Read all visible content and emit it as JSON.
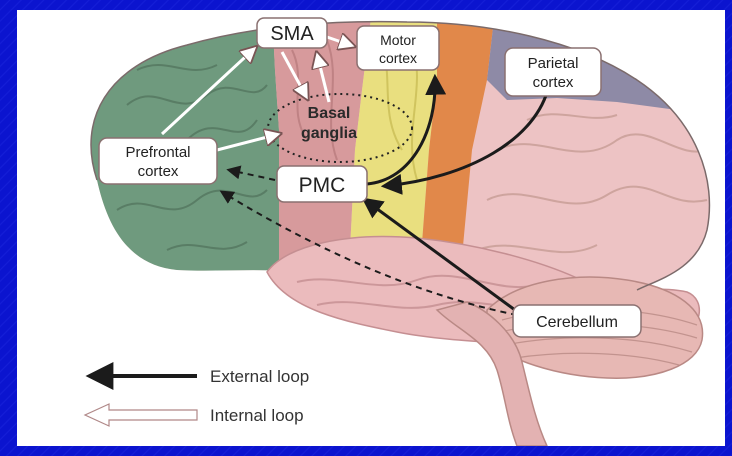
{
  "labels": {
    "sma": "SMA",
    "motor_cortex": [
      "Motor",
      "cortex"
    ],
    "parietal_cortex": [
      "Parietal",
      "cortex"
    ],
    "basal_ganglia": [
      "Basal",
      "ganglia"
    ],
    "prefrontal_cortex": [
      "Prefrontal",
      "cortex"
    ],
    "pmc": "PMC",
    "cerebellum": "Cerebellum"
  },
  "legend": {
    "external_loop": "External loop",
    "internal_loop": "Internal loop"
  },
  "colors": {
    "background": "#0a13c9",
    "frontal": "#6f9a7e",
    "sma_region": "#d79a9c",
    "motor_region": "#e9df7f",
    "premotor_region": "#e1884a",
    "parietal_region": "#8e8aa6",
    "brain_pink": "#edc3c4",
    "cerebellum": "#e7b8b4",
    "arrow_external": "#1b1b1b",
    "arrow_internal": "#ffffff"
  }
}
